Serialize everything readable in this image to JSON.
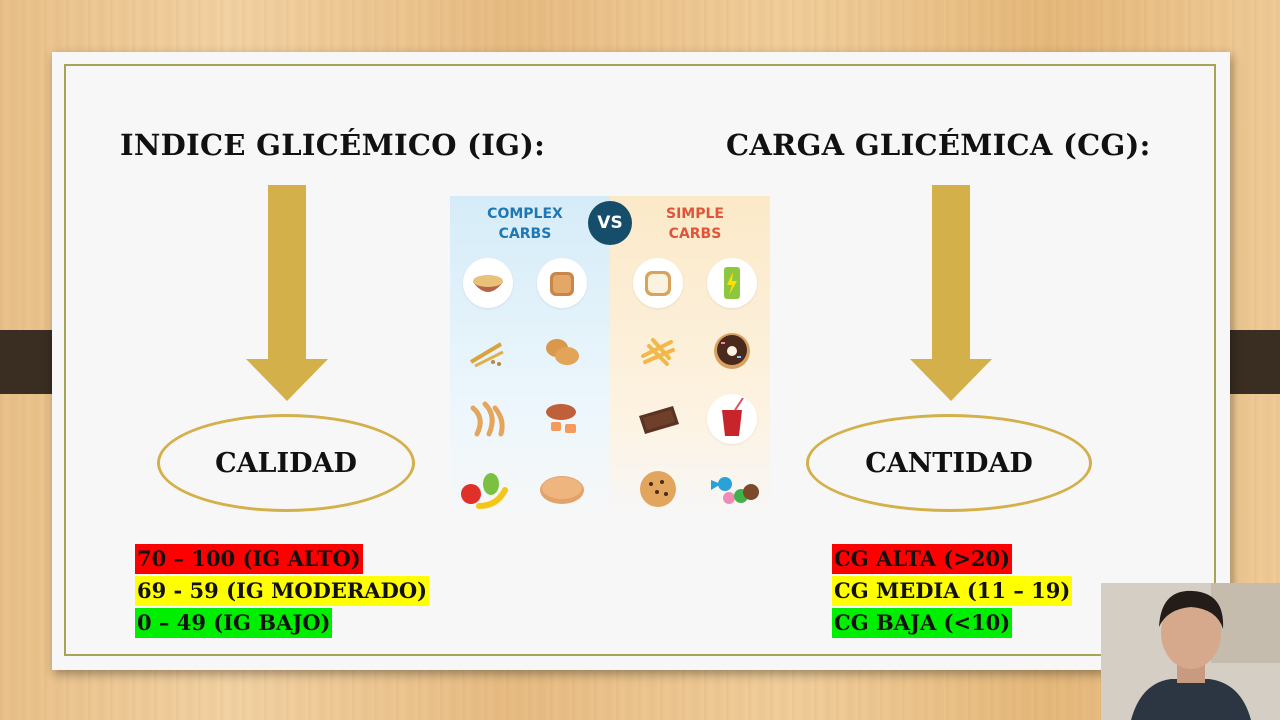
{
  "slide": {
    "left_heading": "INDICE GLICÉMICO (IG):",
    "right_heading": "CARGA GLICÉMICA (CG):",
    "left_oval": "CALIDAD",
    "right_oval": "CANTIDAD",
    "ig_ranges": [
      {
        "text": "70 – 100 (IG ALTO)",
        "color": "#ff0000"
      },
      {
        "text": "69 - 59 (IG MODERADO)",
        "color": "#ffff00"
      },
      {
        "text": "0 – 49 (IG BAJO)",
        "color": "#00ee00"
      }
    ],
    "cg_ranges": [
      {
        "text": "CG ALTA (>20)",
        "color": "#ff0000"
      },
      {
        "text": "CG MEDIA (11 – 19)",
        "color": "#ffff00"
      },
      {
        "text": "CG BAJA (<10)",
        "color": "#00ee00"
      }
    ],
    "arrow_color": "#d4b04a",
    "frame_color": "#a7a45a"
  },
  "infographic": {
    "complex_title": "COMPLEX CARBS",
    "vs_label": "VS",
    "simple_title": "SIMPLE CARBS",
    "complex_foods": [
      "oatmeal-bowl-icon",
      "whole-bread-icon",
      "wheat-grain-icon",
      "potatoes-icon",
      "pasta-icon",
      "sweet-potato-icon",
      "fruits-icon",
      "flatbread-icon"
    ],
    "simple_foods": [
      "white-bread-icon",
      "energy-drink-icon",
      "fries-icon",
      "donut-icon",
      "chocolate-icon",
      "soda-cup-icon",
      "cookie-icon",
      "candy-icon"
    ]
  }
}
